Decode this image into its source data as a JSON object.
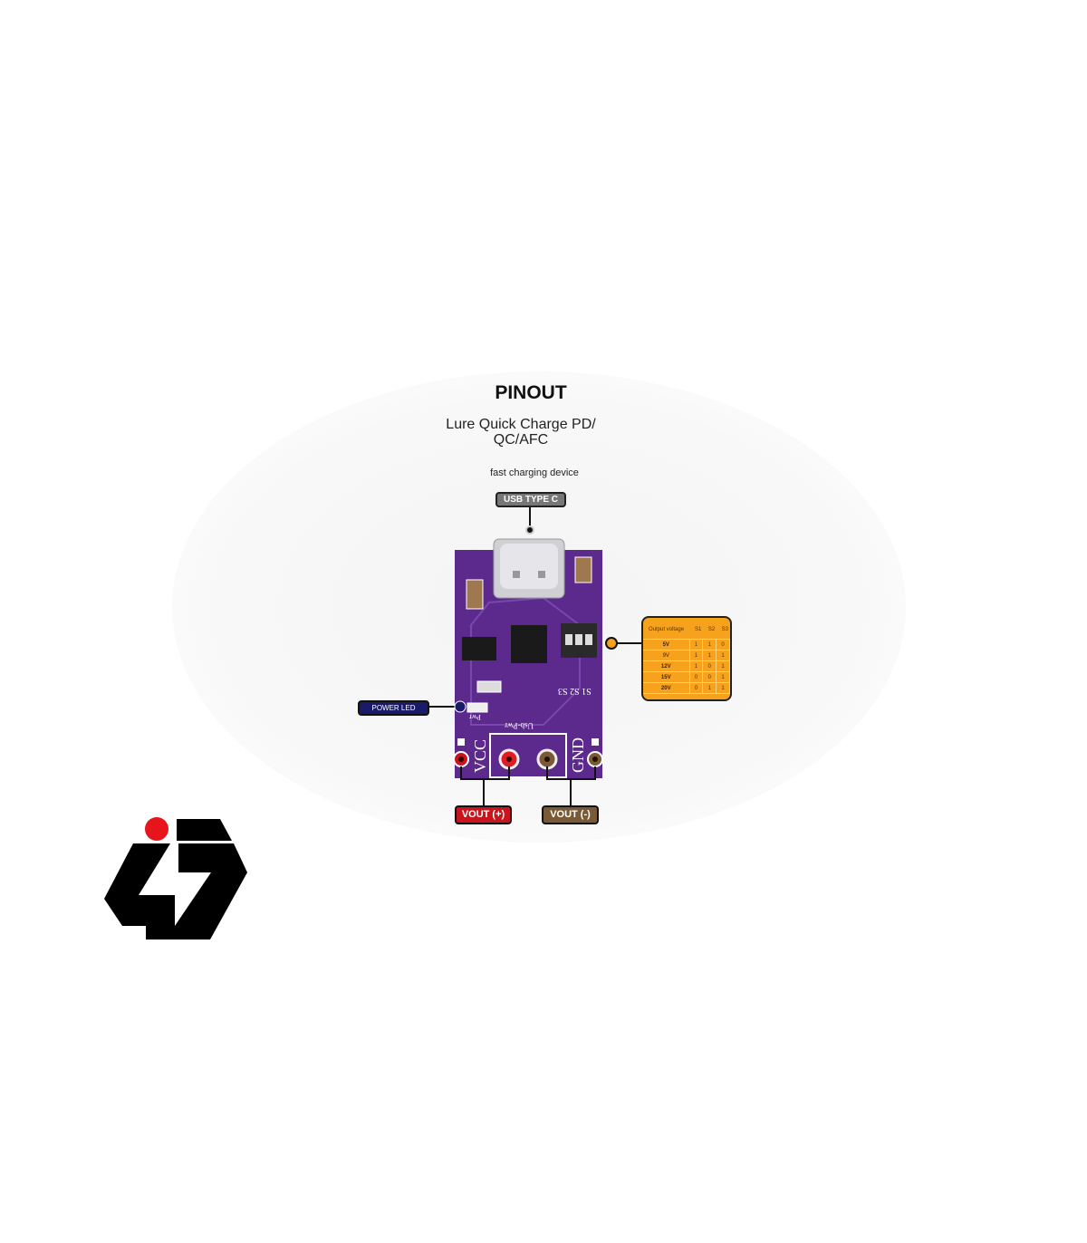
{
  "title": "PINOUT",
  "subtitle": "Lure Quick Charge PD/ QC/AFC",
  "description": "fast charging device",
  "labels": {
    "usb": "USB TYPE C",
    "power_led": "POWER LED",
    "vout_pos": "VOUT (+)",
    "vout_neg": "VOUT (-)"
  },
  "pcb_silkscreen": {
    "vcc": "VCC",
    "gnd": "GND",
    "usb_pwr": "Usb-Pwr",
    "pwr": "Pwr",
    "switches": "S1 S2 S3"
  },
  "voltage_table": {
    "header": [
      "Output voltage",
      "S1",
      "S2",
      "S3"
    ],
    "rows": [
      [
        "5V",
        "1",
        "1",
        "0"
      ],
      [
        "9V",
        "1",
        "1",
        "1"
      ],
      [
        "12V",
        "1",
        "0",
        "1"
      ],
      [
        "15V",
        "0",
        "0",
        "1"
      ],
      [
        "20V",
        "0",
        "1",
        "1"
      ]
    ]
  },
  "colors": {
    "pcb": "#5b2a8c",
    "table": "#f7a21c",
    "vout_pos": "#c8141c",
    "vout_neg": "#7a5a36",
    "power_led": "#1a1a6a",
    "logo_dot": "#e8141c"
  }
}
